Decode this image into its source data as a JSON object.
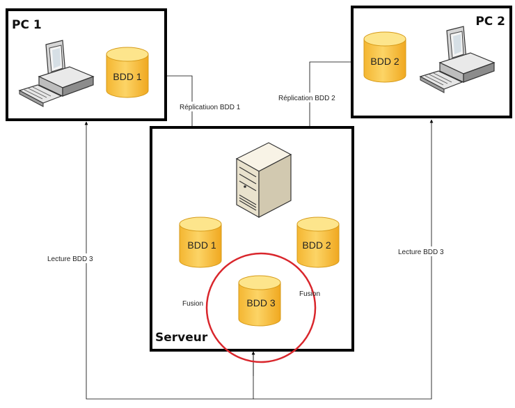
{
  "boxes": {
    "pc1": {
      "title": "PC 1"
    },
    "pc2": {
      "title": "PC 2"
    },
    "server": {
      "title": "Serveur"
    }
  },
  "databases": {
    "pc1_db": "BDD 1",
    "pc2_db": "BDD 2",
    "server_db1": "BDD 1",
    "server_db2": "BDD 2",
    "server_db3": "BDD 3"
  },
  "edges": {
    "replication_1": "Réplicatiuon BDD 1",
    "replication_2": "Réplication BDD 2",
    "fusion_1": "Fusion",
    "fusion_2": "Fusion",
    "read_left": "Lecture BDD 3",
    "read_right": "Lecture BDD 3"
  },
  "colors": {
    "db_top": "#fde58c",
    "db_body": "#f8c64a",
    "highlight_circle": "#d9262c",
    "box_border": "#000000"
  },
  "icons": [
    "desktop-computer-icon",
    "server-tower-icon",
    "database-cylinder-icon"
  ]
}
